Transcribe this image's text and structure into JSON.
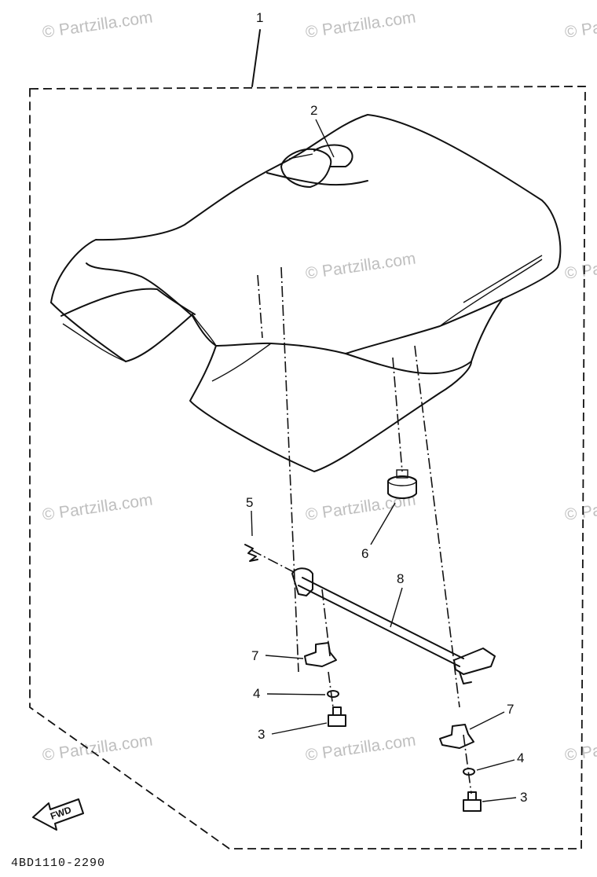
{
  "watermark": "© Partzilla.com",
  "diagram_code": "4BD1110-2290",
  "fwd_label": "FWD",
  "callouts": {
    "c1": "1",
    "c2": "2",
    "c3a": "3",
    "c3b": "3",
    "c4a": "4",
    "c4b": "4",
    "c5": "5",
    "c6": "6",
    "c7a": "7",
    "c7b": "7",
    "c8": "8"
  }
}
